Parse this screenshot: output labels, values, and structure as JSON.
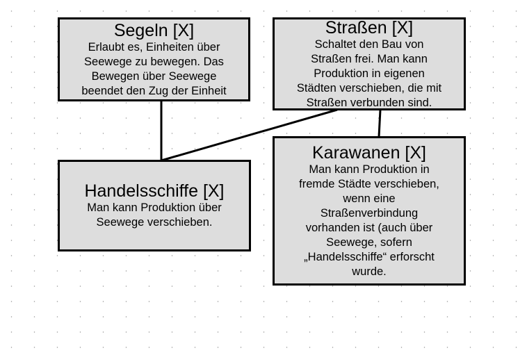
{
  "nodes": [
    {
      "title": "Segeln [X]",
      "lines": [
        "Erlaubt es, Einheiten über",
        "Seewege zu bewegen. Das",
        "Bewegen über Seewege",
        "beendet den Zug der Einheit"
      ]
    },
    {
      "title": "Straßen [X]",
      "lines": [
        "Schaltet den Bau von",
        "Straßen frei. Man kann",
        "Produktion in eigenen",
        "Städten verschieben, die mit",
        "Straßen verbunden sind."
      ]
    },
    {
      "title": "Handelsschiffe [X]",
      "lines": [
        "Man kann Produktion über",
        "Seewege verschieben."
      ]
    },
    {
      "title": "Karawanen [X]",
      "lines": [
        "Man kann Produktion in",
        "fremde Städte verschieben,",
        "wenn eine",
        "Straßenverbindung",
        "vorhanden ist (auch über",
        "Seewege, sofern",
        "„Handelsschiffe“ erforscht",
        "wurde."
      ]
    }
  ]
}
